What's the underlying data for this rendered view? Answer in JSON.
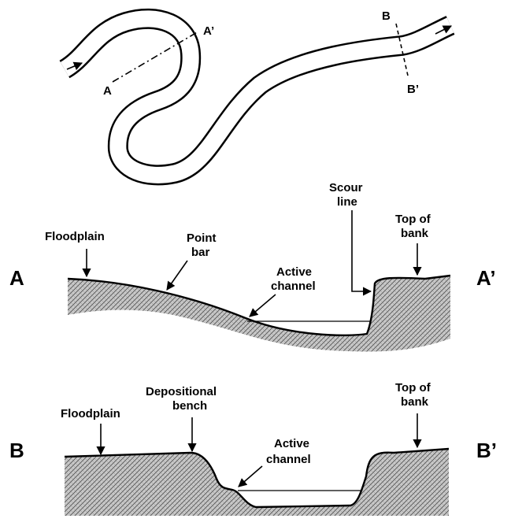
{
  "plan_view": {
    "section_a": {
      "start": "A",
      "end": "A’"
    },
    "section_b": {
      "start": "B",
      "end": "B’"
    }
  },
  "cross_section_a": {
    "left_label": "A",
    "right_label": "A’",
    "annotations": {
      "floodplain": "Floodplain",
      "point_bar": [
        "Point",
        "bar"
      ],
      "active_channel": [
        "Active",
        "channel"
      ],
      "scour_line": [
        "Scour",
        "line"
      ],
      "top_of_bank": [
        "Top of",
        "bank"
      ]
    }
  },
  "cross_section_b": {
    "left_label": "B",
    "right_label": "B’",
    "annotations": {
      "floodplain": "Floodplain",
      "depositional_bench": [
        "Depositional",
        "bench"
      ],
      "active_channel": [
        "Active",
        "channel"
      ],
      "top_of_bank": [
        "Top of",
        "bank"
      ]
    }
  },
  "colors": {
    "ink": "#000000",
    "ground_fill": "#bfbfbf",
    "paper": "#ffffff"
  }
}
